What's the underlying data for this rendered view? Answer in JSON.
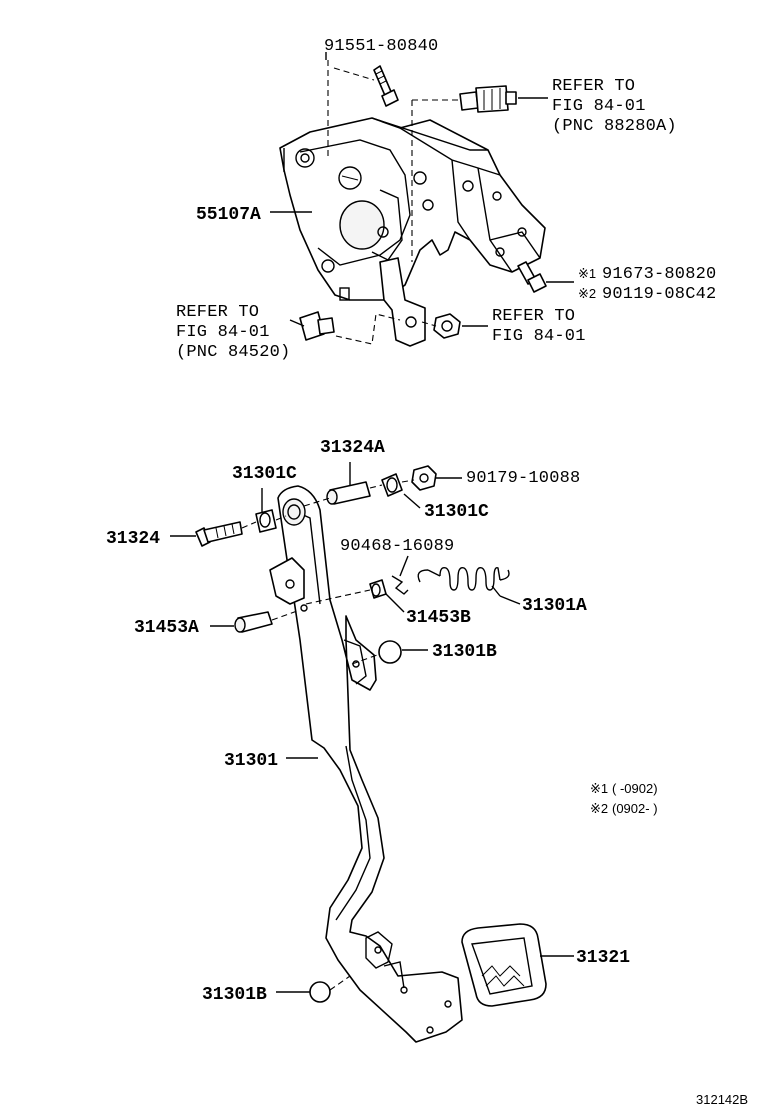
{
  "labels": {
    "p91551": "91551-80840",
    "refer_top_1": "REFER TO",
    "refer_top_2": "FIG 84-01",
    "refer_top_3": "(PNC 88280A)",
    "p55107a": "55107A",
    "p91673": "91673-80820",
    "p90119": "90119-08C42",
    "refer_left_1": "REFER TO",
    "refer_left_2": "FIG 84-01",
    "refer_left_3": "(PNC 84520)",
    "refer_right_1": "REFER TO",
    "refer_right_2": "FIG 84-01",
    "p31324a": "31324A",
    "p31301c_top": "31301C",
    "p90179": "90179-10088",
    "p31301c_right": "31301C",
    "p31324": "31324",
    "p90468": "90468-16089",
    "p31453b": "31453B",
    "p31301a": "31301A",
    "p31453a": "31453A",
    "p31301b_mid": "31301B",
    "p31301": "31301",
    "p31321": "31321",
    "p31301b_bottom": "31301B",
    "note1_mark": "※1",
    "note1_text": "(      -0902)",
    "note2_mark": "※2",
    "note2_text": "(0902-      )",
    "marker1": "※1",
    "marker2": "※2",
    "figure_id": "312142B"
  }
}
